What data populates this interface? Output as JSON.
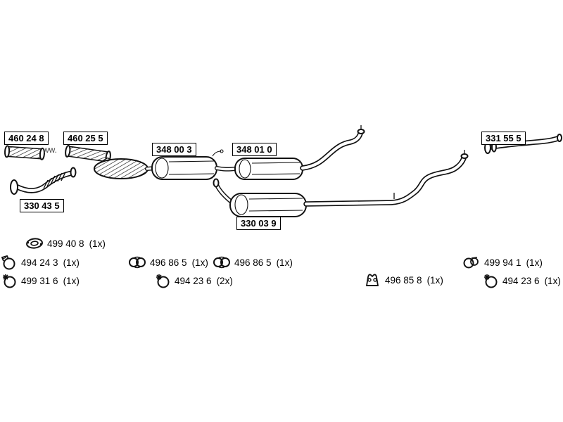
{
  "watermark": "ww.",
  "colors": {
    "line": "#111111",
    "background": "#ffffff"
  },
  "parts": [
    {
      "number": "460 24 8"
    },
    {
      "number": "460 25 5"
    },
    {
      "number": "348 00 3"
    },
    {
      "number": "348 01 0"
    },
    {
      "number": "331 55 5"
    },
    {
      "number": "330 43 5"
    },
    {
      "number": "330 03 9"
    }
  ],
  "hardware": [
    {
      "icon": "gasket-ring-icon",
      "number": "499 40 8",
      "qty": "(1x)"
    },
    {
      "icon": "pipe-clamp-icon",
      "number": "494 24 3",
      "qty": "(1x)"
    },
    {
      "icon": "clamp-bolt-icon",
      "number": "499 31 6",
      "qty": "(1x)"
    },
    {
      "icon": "rubber-hanger-icon",
      "number": "496 86 5",
      "qty": "(1x)"
    },
    {
      "icon": "rubber-hanger-icon",
      "number": "496 86 5",
      "qty": "(1x)"
    },
    {
      "icon": "clamp-bolt-icon",
      "number": "494 23 6",
      "qty": "(2x)"
    },
    {
      "icon": "rubber-mount-icon",
      "number": "496 85 8",
      "qty": "(1x)"
    },
    {
      "icon": "ring-hanger-icon",
      "number": "499 94 1",
      "qty": "(1x)"
    },
    {
      "icon": "clamp-bolt-icon",
      "number": "494 23 6",
      "qty": "(1x)"
    }
  ]
}
